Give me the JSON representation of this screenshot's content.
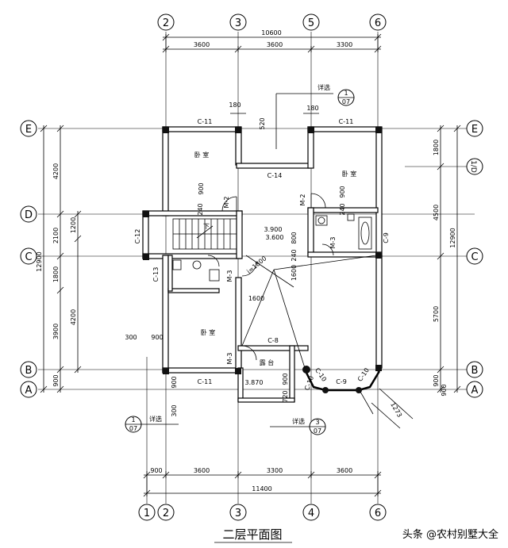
{
  "title": "二层平面图",
  "watermark": "头条 @农村别墅大全",
  "axes": {
    "top": [
      "2",
      "3",
      "5",
      "6"
    ],
    "bottom": [
      "1",
      "2",
      "3",
      "4",
      "6"
    ],
    "left": [
      "E",
      "D",
      "C",
      "B",
      "A"
    ],
    "right": [
      "E",
      "1/D",
      "C",
      "B",
      "A"
    ]
  },
  "dimensions": {
    "top_total": "10600",
    "top_segments": [
      "3600",
      "3600",
      "3300"
    ],
    "top_wall_small_left": "180",
    "top_wall_small_right": "180",
    "bottom_total": "11400",
    "bottom_segments": [
      "900",
      "3600",
      "3300",
      "3600"
    ],
    "left_outer_total": "12900",
    "left_outer_segments": [
      "4200",
      "2100",
      "1800",
      "3900",
      "900"
    ],
    "left_inner_segments": [
      "1200",
      "4200"
    ],
    "right_total": "12900",
    "right_segments": [
      "1800",
      "4500",
      "5700",
      "900"
    ],
    "interior": [
      "900",
      "900",
      "240",
      "240",
      "520",
      "800",
      "240",
      "1600",
      "1600",
      "300",
      "900",
      "300",
      "900",
      "720",
      "1273",
      "3.870",
      "3.900",
      "900",
      "900"
    ]
  },
  "rooms": {
    "bedroom_nw": "卧 室",
    "bedroom_ne": "卧 室",
    "bedroom_sw": "卧 室",
    "terrace": "露 台"
  },
  "windows": {
    "c11_nw": "C-11",
    "c11_ne": "C-11",
    "c14": "C-14",
    "c12": "C-12",
    "c13": "C-13",
    "c9": "C-9",
    "c8": "C-8",
    "c11_sw": "C-11",
    "c10_a": "C-10",
    "c9_b": "C-9",
    "c10_b": "C-10",
    "c10_c": "C-10"
  },
  "doors": {
    "m2_a": "M-2",
    "m2_b": "M-2",
    "m3_a": "M-3",
    "m3_b": "M-3",
    "m3_c": "M-3"
  },
  "details": {
    "top_detail_num": "1",
    "top_detail_sheet": "07",
    "top_detail_label": "详选",
    "bottom_left_num": "1",
    "bottom_left_sheet": "07",
    "bottom_left_label": "详选",
    "bottom_mid_num": "3",
    "bottom_mid_sheet": "07",
    "bottom_mid_label": "详选",
    "stair_level": "3.600",
    "slope": "i=1800",
    "dn": "下"
  }
}
